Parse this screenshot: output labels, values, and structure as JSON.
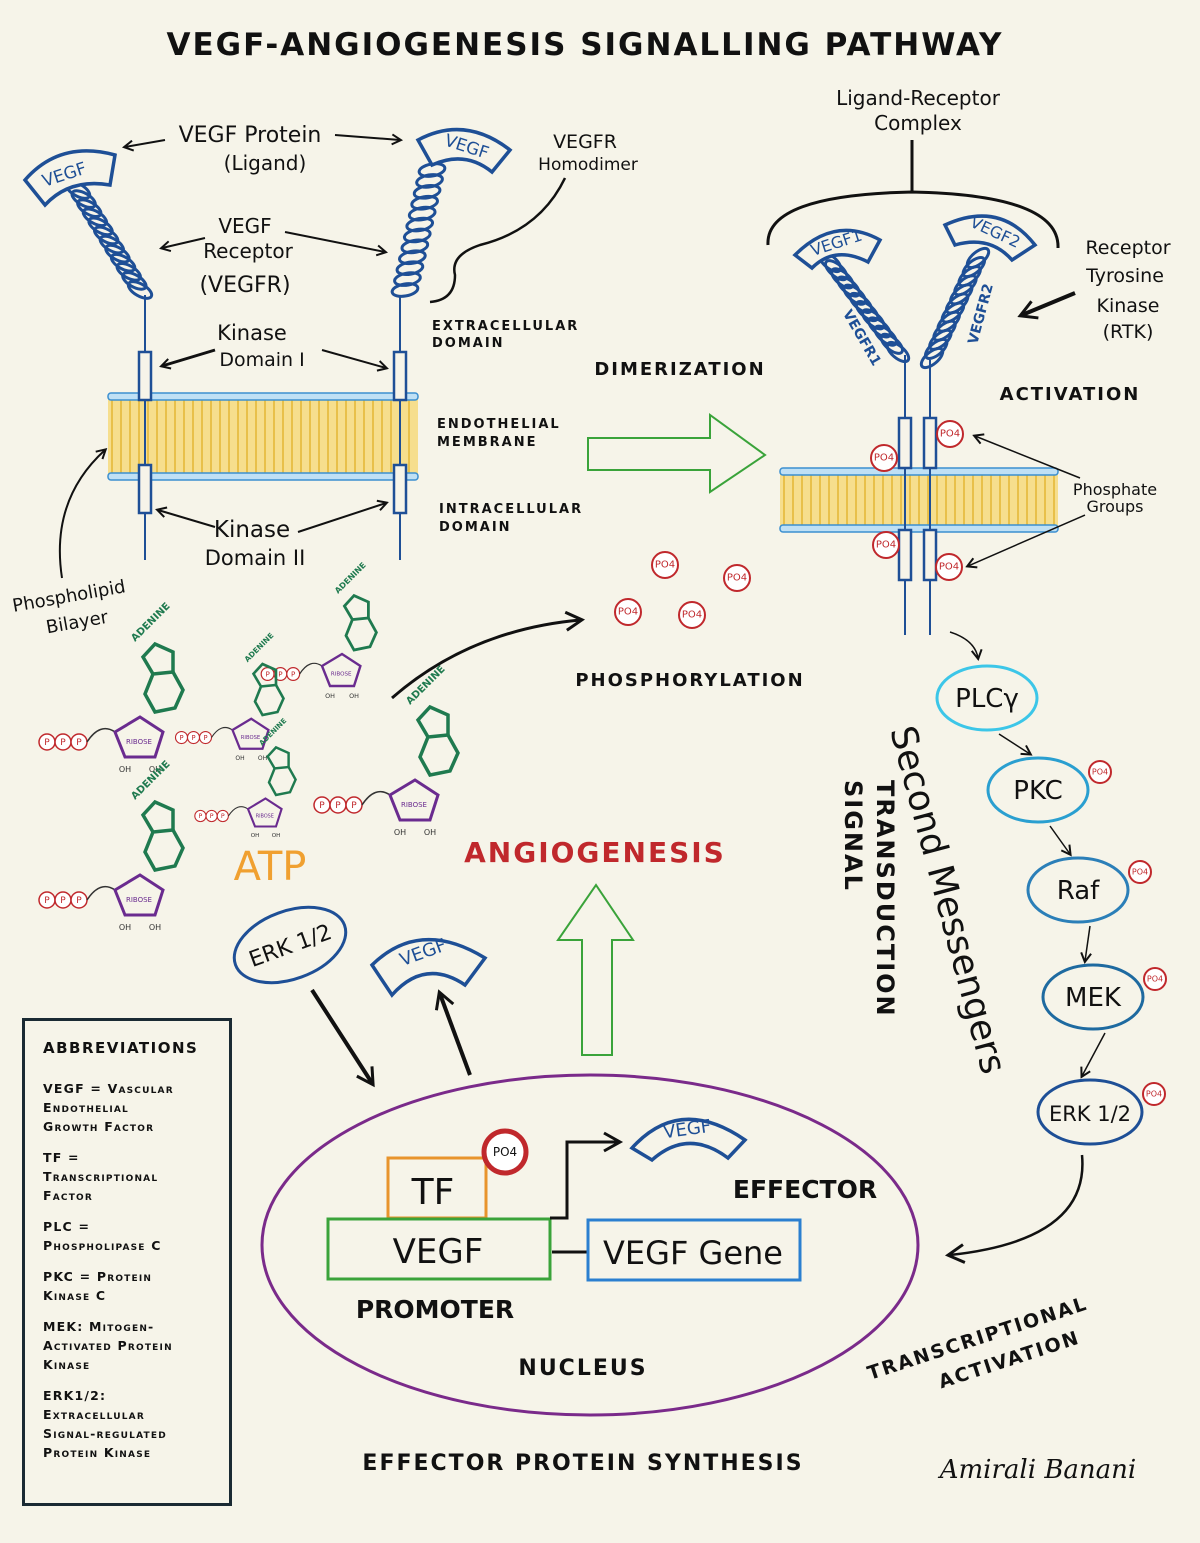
{
  "title": "VEGF-ANGIOGENESIS SIGNALLING PATHWAY",
  "left": {
    "vegf_protein": "VEGF Protein",
    "ligand": "(Ligand)",
    "vegf_receptor": "VEGF",
    "receptor": "Receptor",
    "vegfr": "(VEGFR)",
    "homodimer_1": "VEGFR",
    "homodimer_2": "Homodimer",
    "kinase1_a": "Kinase",
    "kinase1_b": "Domain I",
    "kinase2_a": "Kinase",
    "kinase2_b": "Domain II",
    "phospholipid_1": "Phospholipid",
    "phospholipid_2": "Bilayer",
    "ligand_label": "VEGF"
  },
  "domains": {
    "extracellular": [
      "EXTRACELLULAR",
      "DOMAIN"
    ],
    "membrane": [
      "ENDOTHELIAL",
      "MEMBRANE"
    ],
    "intracellular": [
      "INTRACELLULAR",
      "DOMAIN"
    ]
  },
  "stages": {
    "dimerization": "DIMERIZATION",
    "activation": "ACTIVATION",
    "phosphorylation": "PHOSPHORYLATION",
    "angiogenesis": "ANGIOGENESIS",
    "signal_transduction_1": "SIGNAL",
    "signal_transduction_2": "TRANSDUCTION",
    "second_messengers": "Second Messengers",
    "transcriptional_1": "TRANSCRIPTIONAL",
    "transcriptional_2": "ACTIVATION",
    "effector_synthesis": "EFFECTOR PROTEIN SYNTHESIS"
  },
  "right": {
    "complex_1": "Ligand-Receptor",
    "complex_2": "Complex",
    "vegf1": "VEGF1",
    "vegf2": "VEGF2",
    "vegfr1": "VEGFR1",
    "vegfr2": "VEGFR2",
    "rtk_1": "Receptor",
    "rtk_2": "Tyrosine",
    "rtk_3": "Kinase",
    "rtk_4": "(RTK)",
    "phosphate_1": "Phosphate",
    "phosphate_2": "Groups"
  },
  "po4": "PO4",
  "atp": {
    "label": "ATP",
    "adenine": "ADENINE",
    "ribose": "RIBOSE",
    "p": "P",
    "oh": "OH"
  },
  "cascade": [
    "PLCγ",
    "PKC",
    "Raf",
    "MEK",
    "ERK 1/2"
  ],
  "erk_left": "ERK 1/2",
  "vegf_out": "VEGF",
  "nucleus": {
    "tf": "TF",
    "promoter_box": "VEGF",
    "gene_box": "VEGF Gene",
    "effector_vegf": "VEGF",
    "effector": "EFFECTOR",
    "promoter": "PROMOTER",
    "nucleus": "NUCLEUS"
  },
  "abbreviations": {
    "title": "ABBREVIATIONS",
    "entries": [
      [
        "VEGF = Vascular",
        "Endothelial",
        "Growth Factor"
      ],
      [
        "TF =",
        "Transcriptional",
        "Factor"
      ],
      [
        "PLC =",
        "Phospholipase C"
      ],
      [
        "PKC = Protein",
        "Kinase C"
      ],
      [
        "MEK: Mitogen-",
        "Activated Protein",
        "Kinase"
      ],
      [
        "ERK1/2:",
        "Extracellular",
        "Signal-regulated",
        "Protein Kinase"
      ]
    ]
  },
  "signature": "Amirali Banani",
  "colors": {
    "background": "#f6f4e9",
    "receptor_blue": "#1e4f96",
    "membrane_yellow": "#f5d76e",
    "membrane_edge": "#3b8fd0",
    "phosphate_red": "#c0282c",
    "adenine_green": "#1f7a4f",
    "ribose_purple": "#6a2b8f",
    "atp_orange": "#f0a030",
    "angiogenesis_red": "#c0282c",
    "arrow_green": "#3aa33a",
    "nucleus_purple": "#7a2a8a",
    "tf_orange": "#e8942c",
    "promoter_green": "#3aa33a",
    "gene_blue": "#2b7fd0",
    "cascade_light": "#3cc6e8",
    "cascade_dark": "#1e4f96"
  }
}
